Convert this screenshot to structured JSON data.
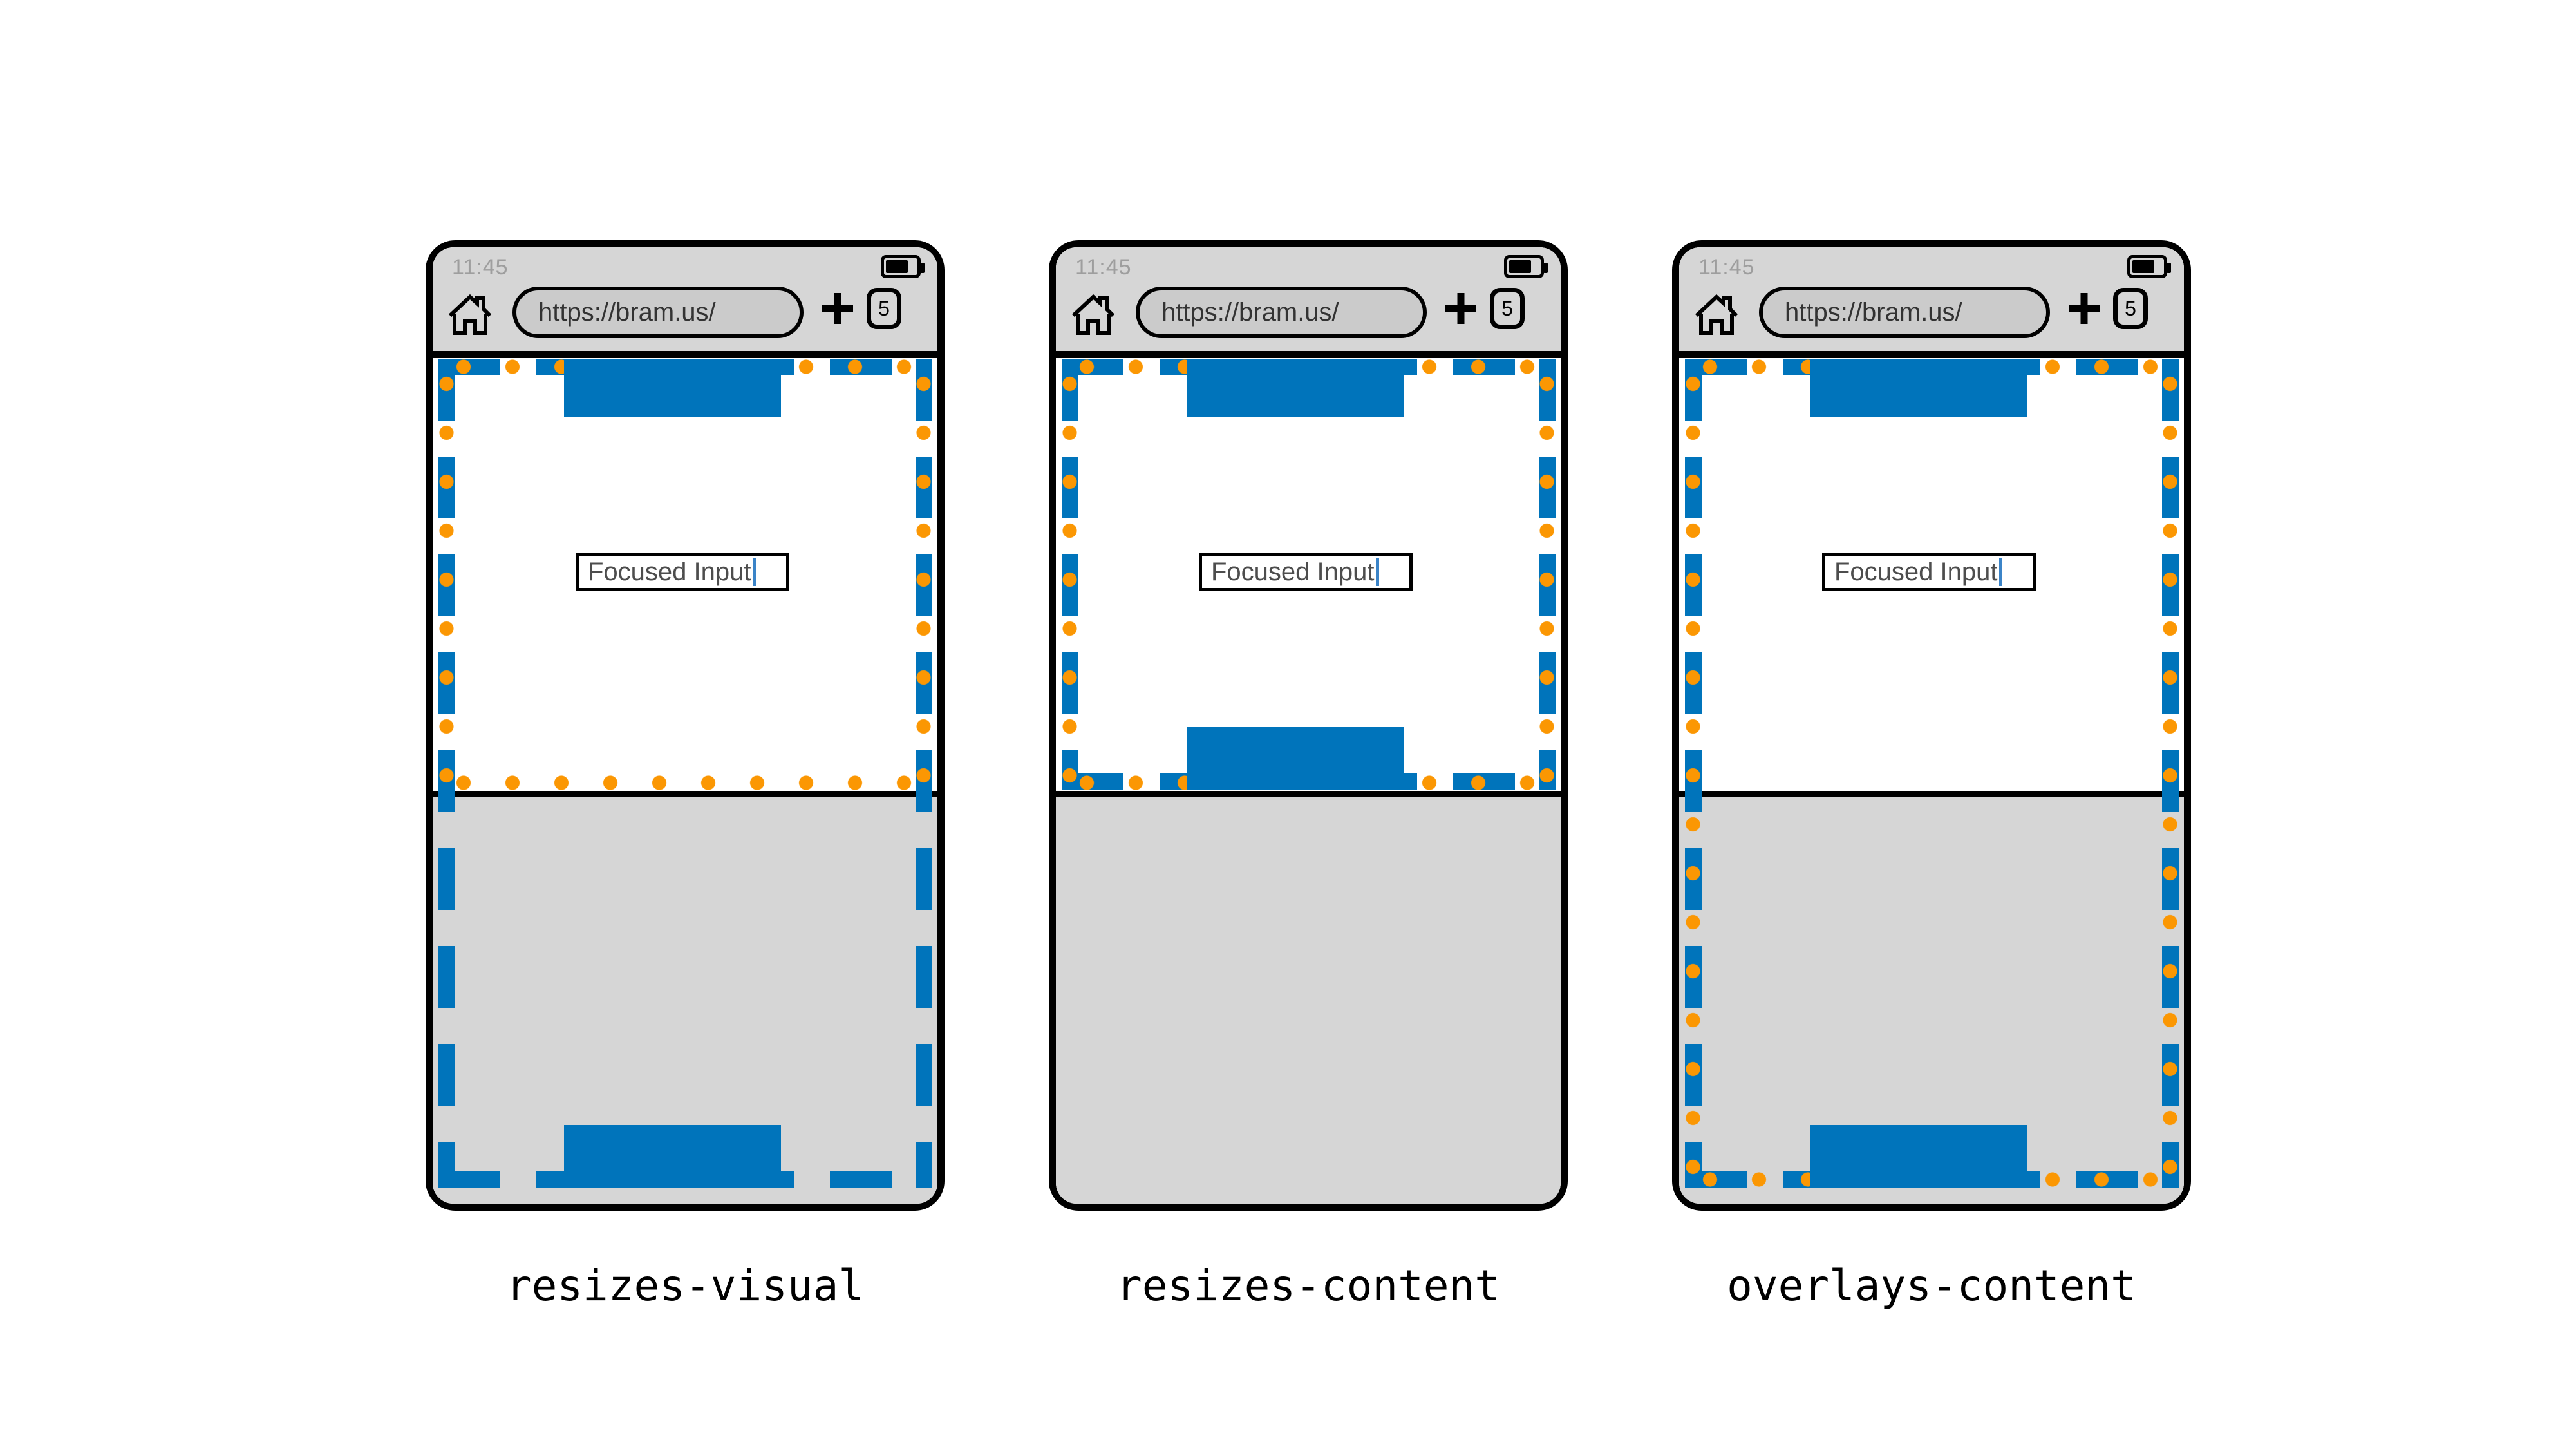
{
  "colors": {
    "viewport_blue": "#0074BB",
    "dots_orange": "#FB9703",
    "chrome_gray": "#D6D6D6",
    "url_pill_gray": "#CBCBCB",
    "frame_black": "#000000",
    "time_gray": "#9E9E9E",
    "input_text_gray": "#4D4D4D",
    "caret_blue": "#3B84C8"
  },
  "captions": [
    "resizes-visual",
    "resizes-content",
    "overlays-content"
  ],
  "phones": [
    {
      "mode": "resizes-visual",
      "status_bar": {
        "time": "11:45",
        "battery_icon": "battery-icon"
      },
      "toolbar": {
        "home_icon": "home-icon",
        "url": "https://bram.us/",
        "plus_icon": "plus-icon",
        "tab_count": "5"
      },
      "page": {
        "input_value": "Focused Input"
      }
    },
    {
      "mode": "resizes-content",
      "status_bar": {
        "time": "11:45",
        "battery_icon": "battery-icon"
      },
      "toolbar": {
        "home_icon": "home-icon",
        "url": "https://bram.us/",
        "plus_icon": "plus-icon",
        "tab_count": "5"
      },
      "page": {
        "input_value": "Focused Input"
      }
    },
    {
      "mode": "overlays-content",
      "status_bar": {
        "time": "11:45",
        "battery_icon": "battery-icon"
      },
      "toolbar": {
        "home_icon": "home-icon",
        "url": "https://bram.us/",
        "plus_icon": "plus-icon",
        "tab_count": "5"
      },
      "page": {
        "input_value": "Focused Input"
      }
    }
  ]
}
